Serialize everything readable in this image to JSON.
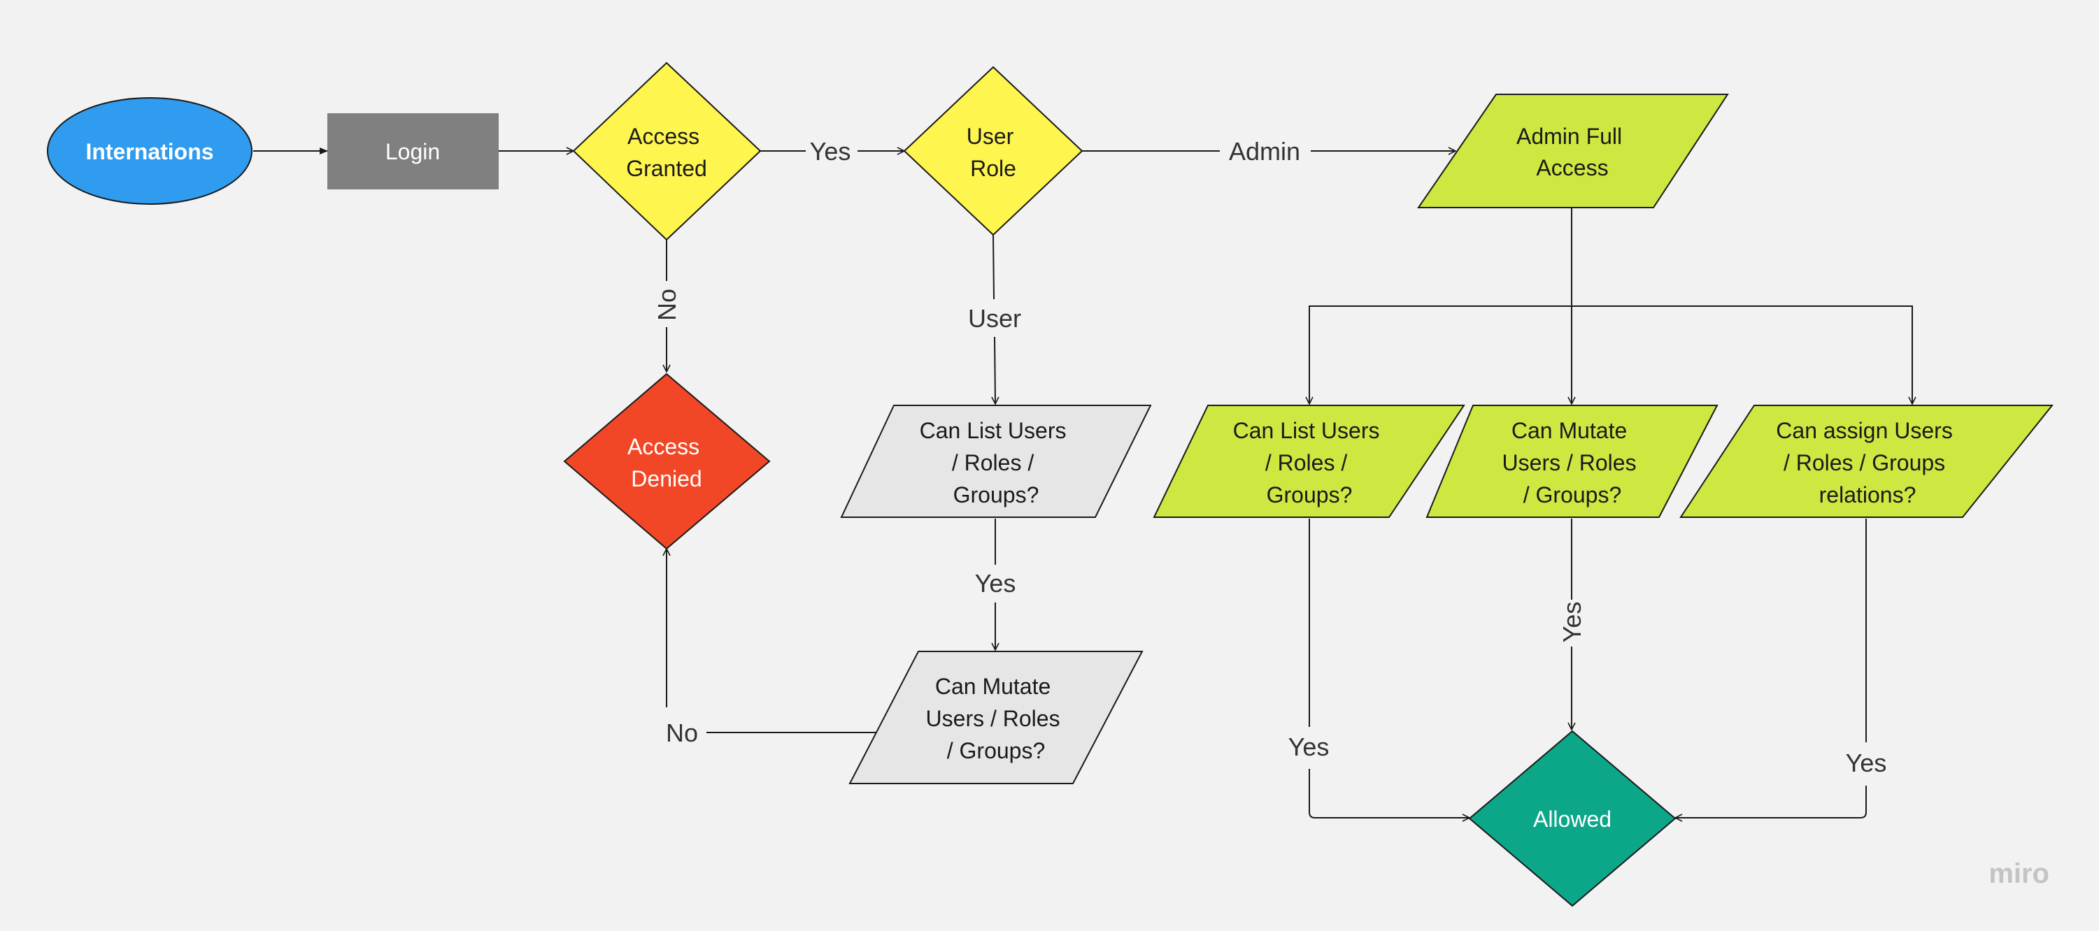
{
  "colors": {
    "background": "#f2f2f2",
    "terminal": "#2f9cf0",
    "process": "#808080",
    "decision": "#fef54e",
    "denied": "#f24726",
    "user_io": "#e6e6e6",
    "admin_io": "#cee741",
    "allowed": "#0ca789",
    "line": "#1a1a1a",
    "watermark": "#c4c4c4"
  },
  "nodes": {
    "start": {
      "lines": [
        "Internations"
      ]
    },
    "login": {
      "lines": [
        "Login"
      ]
    },
    "access_granted": {
      "lines": [
        "Access",
        "Granted"
      ]
    },
    "user_role": {
      "lines": [
        "User",
        "Role"
      ]
    },
    "admin_full_access": {
      "lines": [
        "Admin Full",
        "Access"
      ]
    },
    "access_denied": {
      "lines": [
        "Access",
        "Denied"
      ]
    },
    "user_can_list": {
      "lines": [
        "Can List Users",
        "/ Roles /",
        "Groups?"
      ]
    },
    "user_can_mutate": {
      "lines": [
        "Can Mutate",
        "Users / Roles",
        "/ Groups?"
      ]
    },
    "admin_can_list": {
      "lines": [
        "Can List Users",
        "/ Roles /",
        "Groups?"
      ]
    },
    "admin_can_mutate": {
      "lines": [
        "Can Mutate",
        "Users / Roles",
        "/ Groups?"
      ]
    },
    "admin_can_assign": {
      "lines": [
        "Can assign Users",
        "/ Roles / Groups",
        "relations?"
      ]
    },
    "allowed": {
      "lines": [
        "Allowed"
      ]
    }
  },
  "edges": {
    "granted_yes": "Yes",
    "granted_no": "No",
    "role_admin": "Admin",
    "role_user": "User",
    "list_yes": "Yes",
    "mutate_no": "No",
    "admin_list_yes": "Yes",
    "admin_mutate_yes": "Yes",
    "admin_assign_yes": "Yes"
  },
  "watermark": "miro"
}
